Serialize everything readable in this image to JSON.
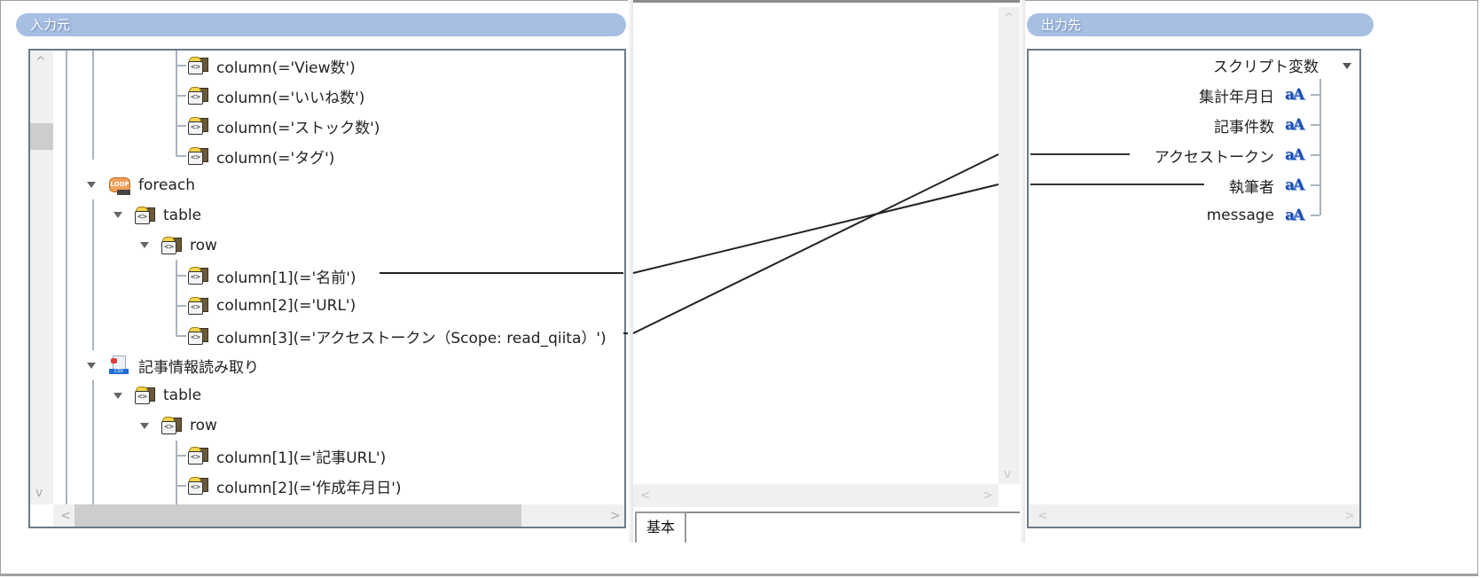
{
  "source_pane": {
    "title": "入力元",
    "nodes": [
      {
        "label": "column(='View数')",
        "icon": "xml-element-icon"
      },
      {
        "label": "column(='いいね数')",
        "icon": "xml-element-icon"
      },
      {
        "label": "column(='ストック数')",
        "icon": "xml-element-icon"
      },
      {
        "label": "column(='タグ')",
        "icon": "xml-element-icon"
      },
      {
        "label": "foreach",
        "icon": "loop-icon",
        "expanded": true
      },
      {
        "label": "table",
        "icon": "xml-element-icon",
        "expanded": true
      },
      {
        "label": "row",
        "icon": "xml-element-icon",
        "expanded": true
      },
      {
        "label": "column[1](='名前')",
        "icon": "xml-element-icon"
      },
      {
        "label": "column[2](='URL')",
        "icon": "xml-element-icon"
      },
      {
        "label": "column[3](='アクセストークン（Scope: read_qiita）')",
        "icon": "xml-element-icon"
      },
      {
        "label": "記事情報読み取り",
        "icon": "csv-file-icon",
        "expanded": true
      },
      {
        "label": "table",
        "icon": "xml-element-icon",
        "expanded": true
      },
      {
        "label": "row",
        "icon": "xml-element-icon",
        "expanded": true
      },
      {
        "label": "column[1](='記事URL')",
        "icon": "xml-element-icon"
      },
      {
        "label": "column[2](='作成年月日')",
        "icon": "xml-element-icon"
      }
    ],
    "icon_glyph": "<>",
    "loop_glyph": "LOOP",
    "csv_glyph": "CSV"
  },
  "mapping_area": {
    "tabs": [
      {
        "label": "基本",
        "active": true
      }
    ]
  },
  "target_pane": {
    "title": "出力先",
    "root": {
      "label": "スクリプト変数",
      "expanded": true
    },
    "variables": [
      {
        "label": "集計年月日",
        "icon": "string-type-icon"
      },
      {
        "label": "記事件数",
        "icon": "string-type-icon"
      },
      {
        "label": "アクセストークン",
        "icon": "string-type-icon"
      },
      {
        "label": "執筆者",
        "icon": "string-type-icon"
      },
      {
        "label": "message",
        "icon": "string-type-icon"
      }
    ],
    "string_glyph": "aA"
  },
  "mappings": [
    {
      "from": "column[1](='名前')",
      "to": "執筆者"
    },
    {
      "from": "column[3](='アクセストークン（Scope: read_qiita）')",
      "to": "アクセストークン"
    }
  ],
  "scroll": {
    "up": "^",
    "down": "v",
    "left": "<",
    "right": ">"
  },
  "colors": {
    "header_bg": "#a6bfe3",
    "border": "#6b7a8a",
    "scrollbar": "#f0f0f0",
    "link_line": "#222222"
  }
}
